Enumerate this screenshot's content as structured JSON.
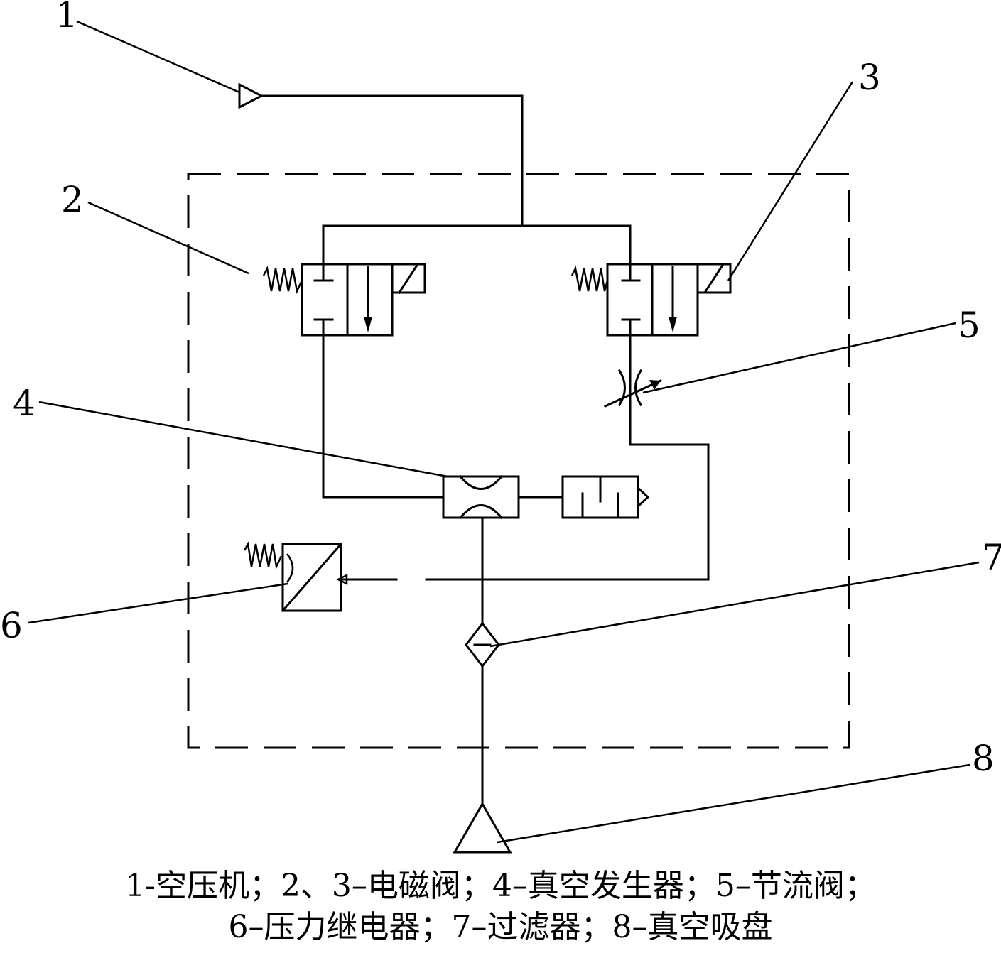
{
  "labels": {
    "l1": "1",
    "l2": "2",
    "l3": "3",
    "l4": "4",
    "l5": "5",
    "l6": "6",
    "l7": "7",
    "l8": "8"
  },
  "caption": {
    "line1": "1-空压机；2、3–电磁阀；4–真空发生器；5–节流阀；",
    "line2": "6–压力继电器；7–过滤器；8–真空吸盘"
  }
}
